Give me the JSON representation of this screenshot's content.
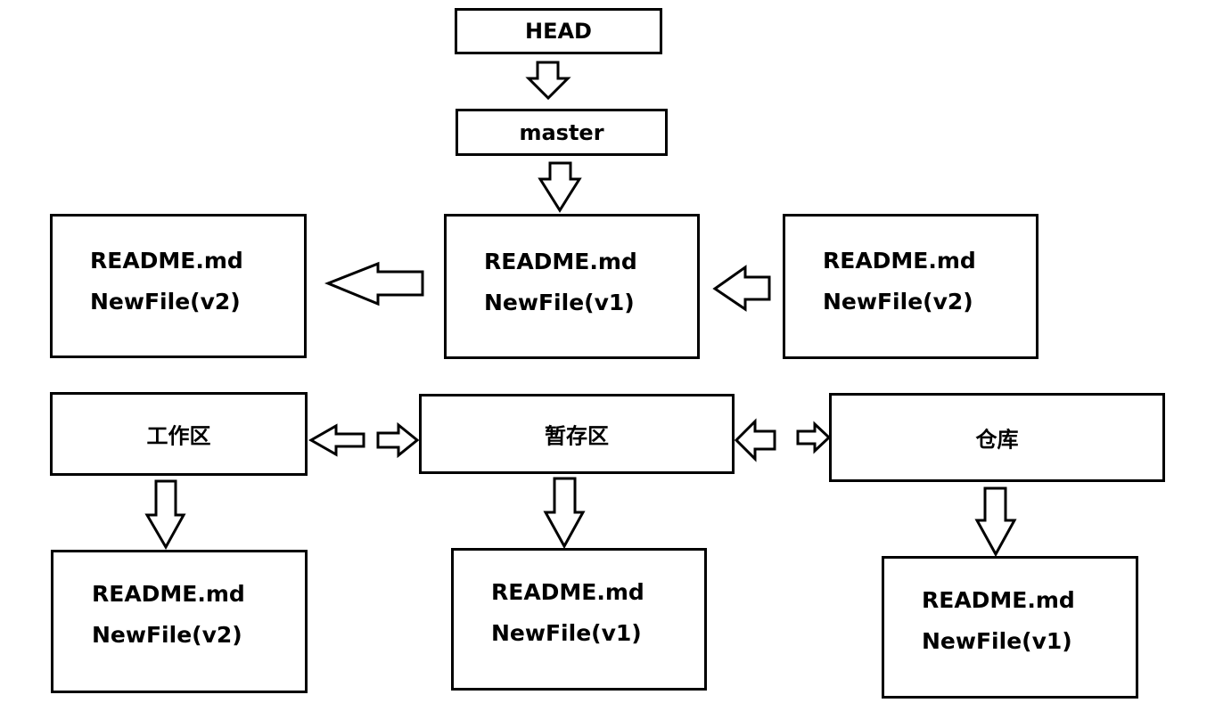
{
  "head": {
    "label": "HEAD"
  },
  "branch": {
    "label": "master"
  },
  "commits": {
    "left": {
      "line1": "README.md",
      "line2": "NewFile(v2)"
    },
    "center": {
      "line1": "README.md",
      "line2": "NewFile(v1)"
    },
    "right": {
      "line1": "README.md",
      "line2": "NewFile(v2)"
    }
  },
  "areas": {
    "workspace": {
      "label": "工作区",
      "line1": "README.md",
      "line2": "NewFile(v2)"
    },
    "stage": {
      "label": "暂存区",
      "line1": "README.md",
      "line2": "NewFile(v1)"
    },
    "repository": {
      "label": "仓库",
      "line1": "README.md",
      "line2": "NewFile(v1)"
    }
  }
}
